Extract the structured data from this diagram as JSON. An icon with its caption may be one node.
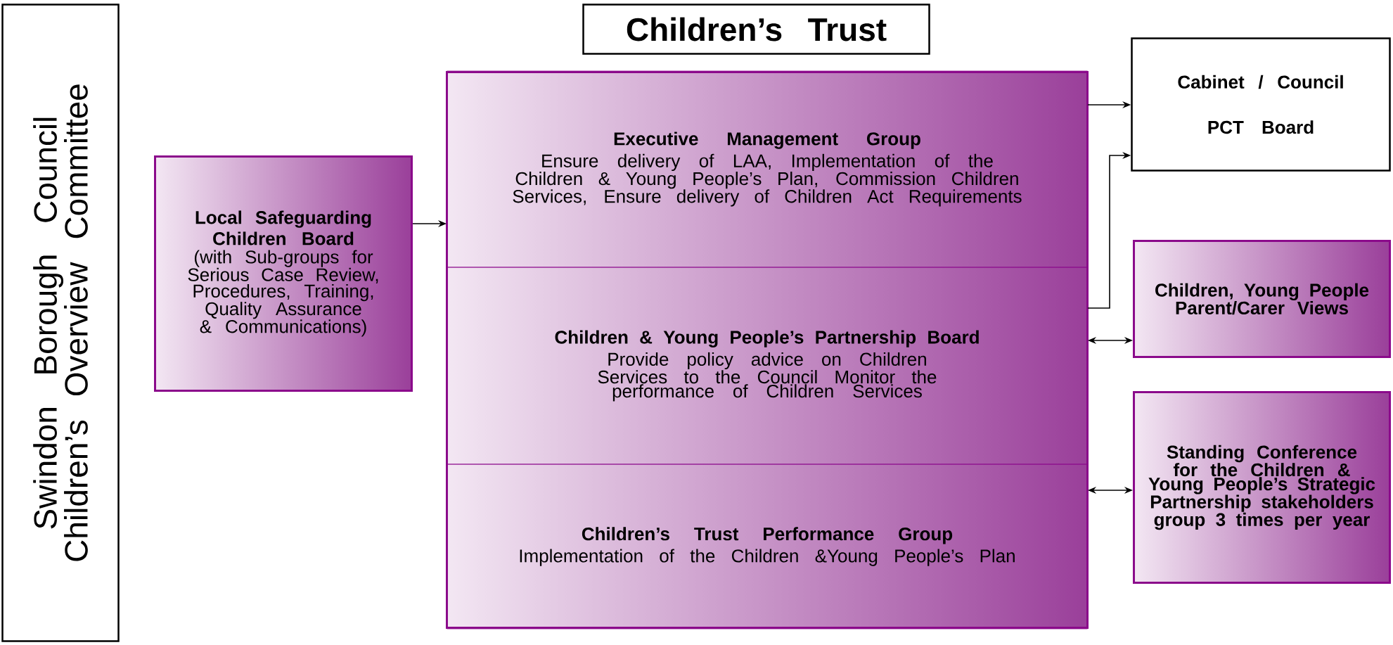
{
  "diagram": {
    "nodes": [
      {
        "text": [
          "Swindon Borough Council Children’s Overview Committee"
        ]
      },
      {
        "text": [
          "Children’s Trust"
        ]
      },
      {
        "text": [
          "Local Safeguarding Children Board",
          "(with Sub-groups for Serious Case Review, Procedures, Training, Quality Assurance & Communications)"
        ]
      },
      {
        "text": [],
        "shape": "box"
      },
      {
        "text": [
          "Executive Management Group",
          "Ensure delivery of LAA, Implementation of the Children & Young People’s Plan, Commission Children Services, Ensure delivery of Children Act Requirements"
        ],
        "in": 3
      },
      {
        "text": [
          "Children & Young People’s Partnership Board",
          "Provide policy advice on Children Services to the Council Monitor the performance of Children Services"
        ],
        "in": 3
      },
      {
        "text": [
          "Children’s Trust Performance Group",
          "Implementation of the Children &Young People’s Plan"
        ],
        "in": 3
      },
      {
        "text": [
          "Cabinet / Council",
          "PCT Board"
        ]
      },
      {
        "text": [
          "Children, Young People Parent/Carer Views"
        ]
      },
      {
        "text": [
          "Standing Conference for the Children & Young People’s Strategic Partnership stakeholders group 3 times per year"
        ]
      }
    ],
    "edges": [
      {
        "from": 2,
        "to": 4,
        "arrow": "to"
      },
      {
        "from": 4,
        "to": 7,
        "arrow": "to"
      },
      {
        "from": 5,
        "to": 7,
        "arrow": "to"
      },
      {
        "from": 5,
        "to": 8,
        "arrow": "both"
      },
      {
        "from": 6,
        "to": 9,
        "arrow": "both"
      }
    ]
  }
}
